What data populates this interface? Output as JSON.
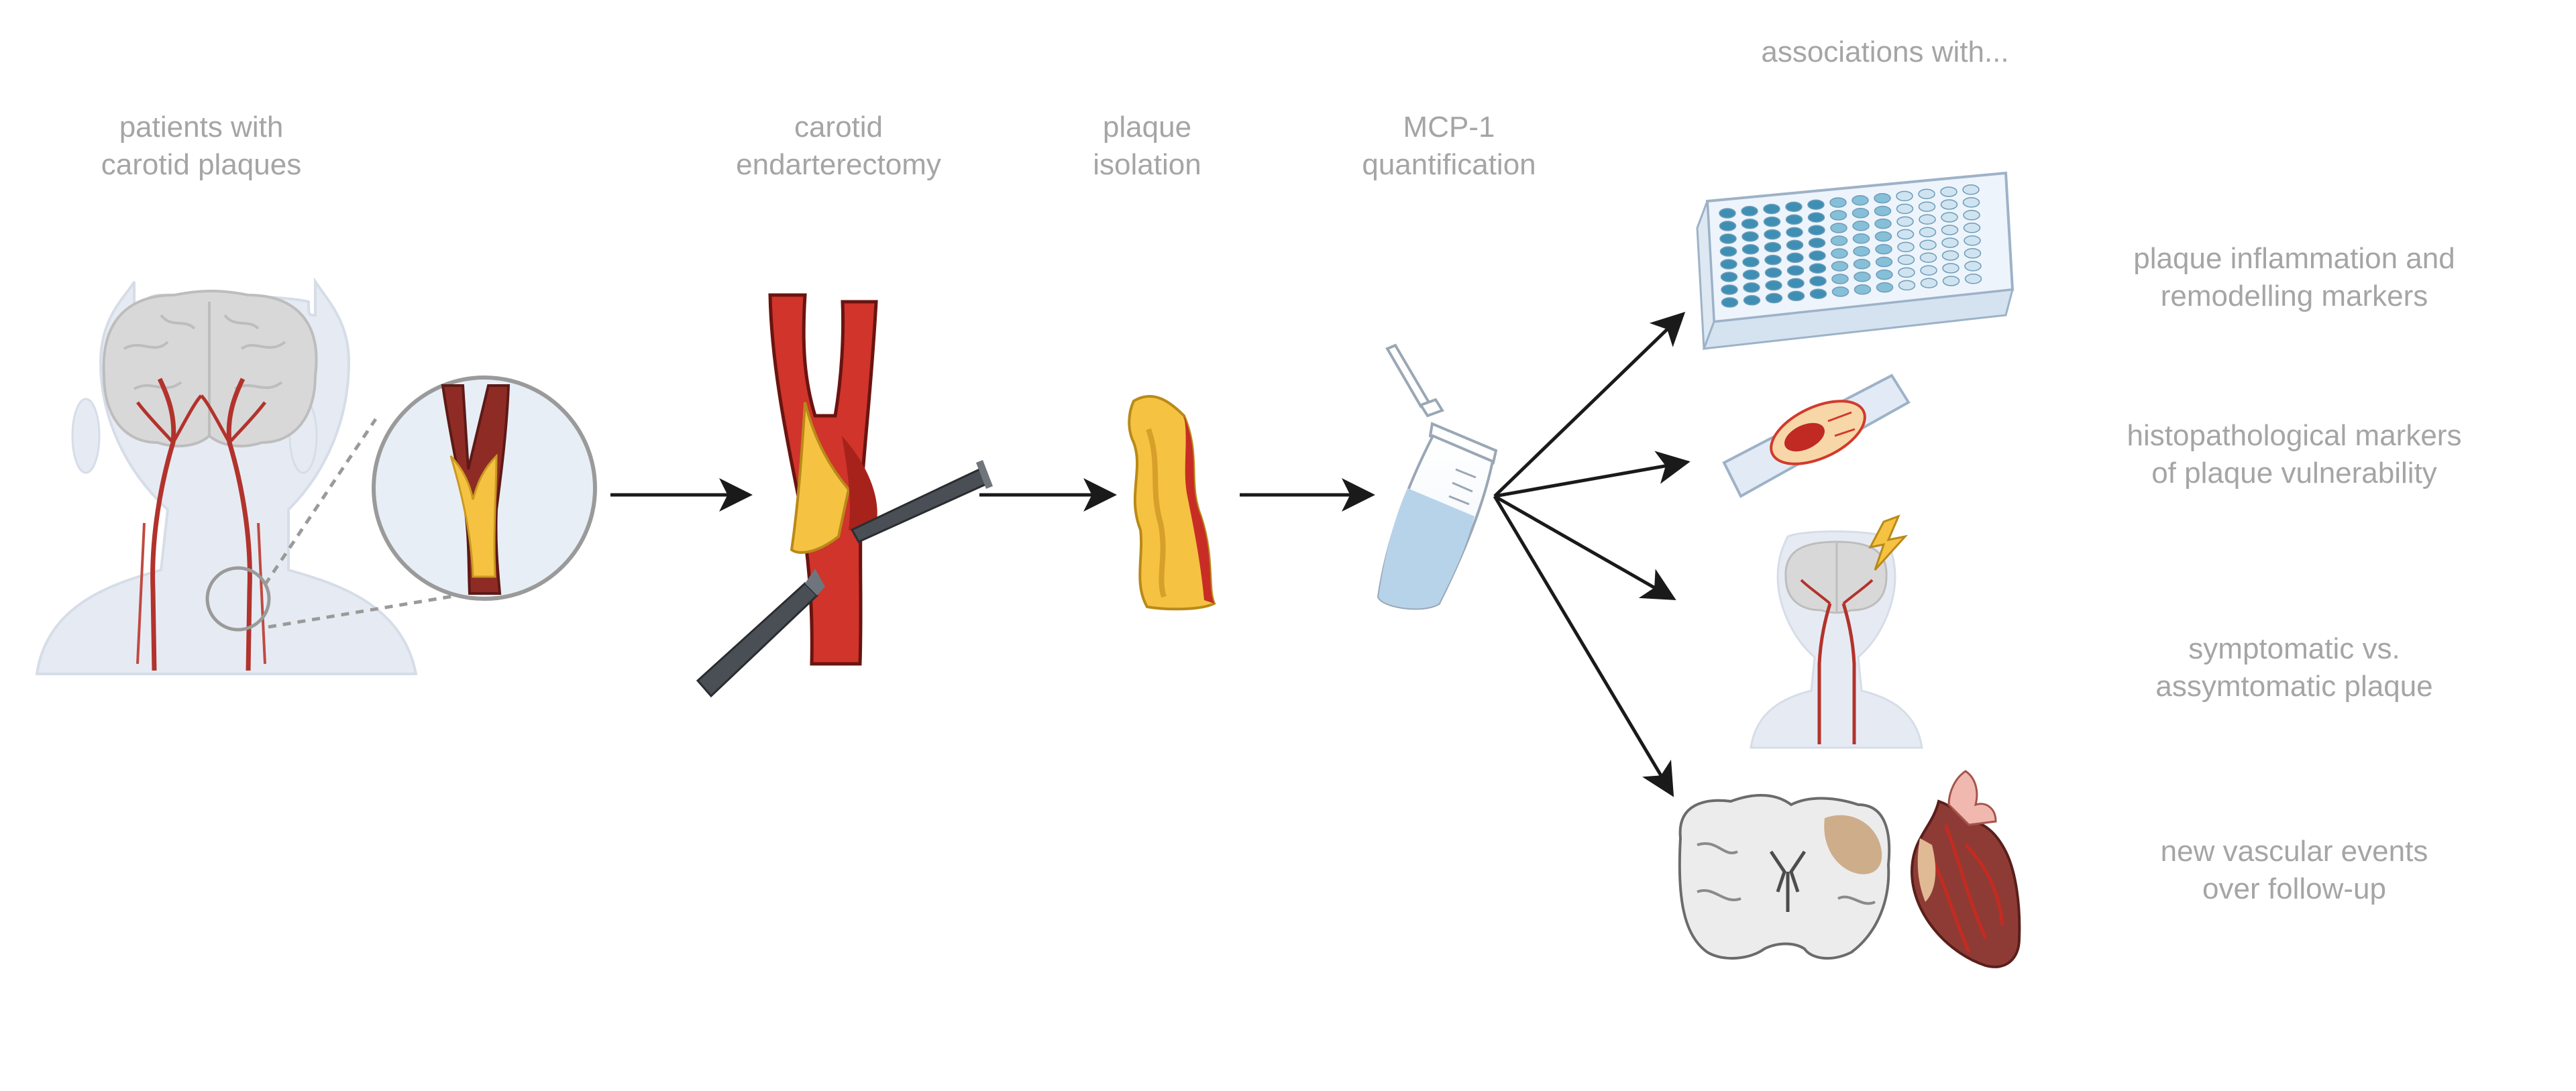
{
  "header": {
    "text": "associations with..."
  },
  "steps": [
    {
      "id": "patients",
      "lines": [
        "patients with",
        "carotid plaques"
      ]
    },
    {
      "id": "endarterectomy",
      "lines": [
        "carotid",
        "endarterectomy"
      ]
    },
    {
      "id": "isolation",
      "lines": [
        "plaque",
        "isolation"
      ]
    },
    {
      "id": "quantification",
      "lines": [
        "MCP-1",
        "quantification"
      ]
    }
  ],
  "outcomes": [
    {
      "id": "inflammation",
      "lines": [
        "plaque inflammation and",
        "remodelling markers"
      ],
      "icon": "well-plate-icon"
    },
    {
      "id": "histopathology",
      "lines": [
        "histopathological markers",
        "of plaque vulnerability"
      ],
      "icon": "microscope-slide-icon"
    },
    {
      "id": "symptomatic",
      "lines": [
        "symptomatic vs.",
        "assymtomatic plaque"
      ],
      "icon": "head-lightning-icon"
    },
    {
      "id": "events",
      "lines": [
        "new vascular events",
        "over follow-up"
      ],
      "icon": "brain-heart-icon"
    }
  ],
  "colors": {
    "label": "#a5a5a5",
    "artery": "#d0342b",
    "plaque": "#f5c242",
    "arrow": "#1a1a1a",
    "skin": "#e6ebf3"
  }
}
